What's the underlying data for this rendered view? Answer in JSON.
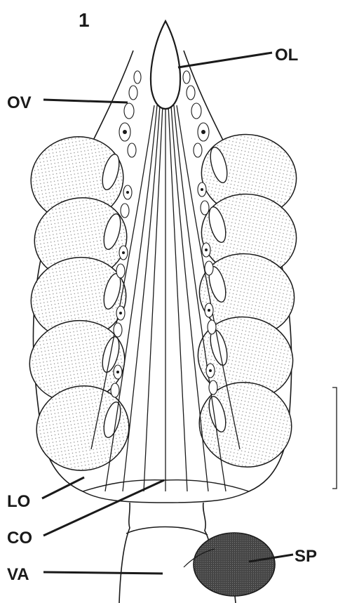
{
  "figure": {
    "number": "1",
    "labels": {
      "ol": "OL",
      "ov": "OV",
      "lo": "LO",
      "co": "CO",
      "va": "VA",
      "sp": "SP"
    }
  },
  "colors": {
    "ink": "#1a1a1a",
    "stipple": "#8a8a8a",
    "spermatheca": "#4a4a4a"
  }
}
